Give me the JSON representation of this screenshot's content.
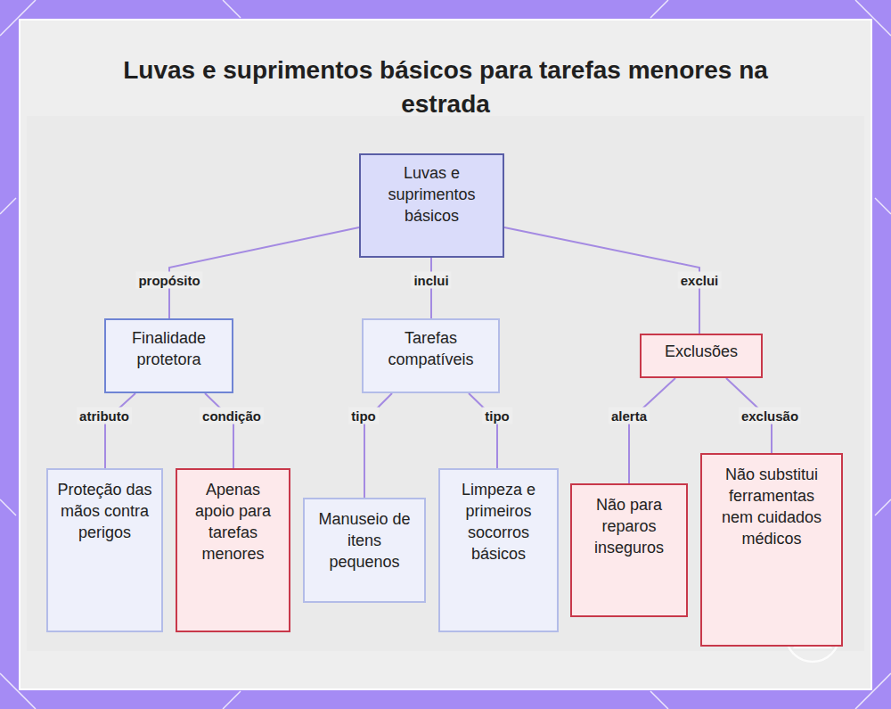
{
  "diagram": {
    "title": "Luvas e suprimentos básicos para tarefas menores na estrada",
    "nodes": [
      {
        "text": [
          "Luvas e suprimentos básicos"
        ]
      },
      {
        "text": [
          "Finalidade protetora"
        ]
      },
      {
        "text": [
          "Tarefas compatíveis"
        ]
      },
      {
        "text": [
          "Exclusões"
        ]
      },
      {
        "text": [
          "Proteção das mãos contra perigos"
        ]
      },
      {
        "text": [
          "Apenas apoio para tarefas menores"
        ]
      },
      {
        "text": [
          "Manuseio de itens pequenos"
        ]
      },
      {
        "text": [
          "Limpeza e primeiros socorros básicos"
        ]
      },
      {
        "text": [
          "Não para reparos inseguros"
        ]
      },
      {
        "text": [
          "Não substitui ferramentas nem cuidados médicos"
        ]
      }
    ],
    "edges": [
      {
        "from": 0,
        "to": 1,
        "label": "propósito",
        "arrow": "none"
      },
      {
        "from": 0,
        "to": 2,
        "label": "inclui",
        "arrow": "none"
      },
      {
        "from": 0,
        "to": 3,
        "label": "exclui",
        "arrow": "none"
      },
      {
        "from": 1,
        "to": 4,
        "label": "atributo",
        "arrow": "none"
      },
      {
        "from": 1,
        "to": 5,
        "label": "condição",
        "arrow": "none"
      },
      {
        "from": 2,
        "to": 6,
        "label": "tipo",
        "arrow": "none"
      },
      {
        "from": 2,
        "to": 7,
        "label": "tipo",
        "arrow": "none"
      },
      {
        "from": 3,
        "to": 8,
        "label": "alerta",
        "arrow": "none"
      },
      {
        "from": 3,
        "to": 9,
        "label": "exclusão",
        "arrow": "none"
      }
    ]
  }
}
